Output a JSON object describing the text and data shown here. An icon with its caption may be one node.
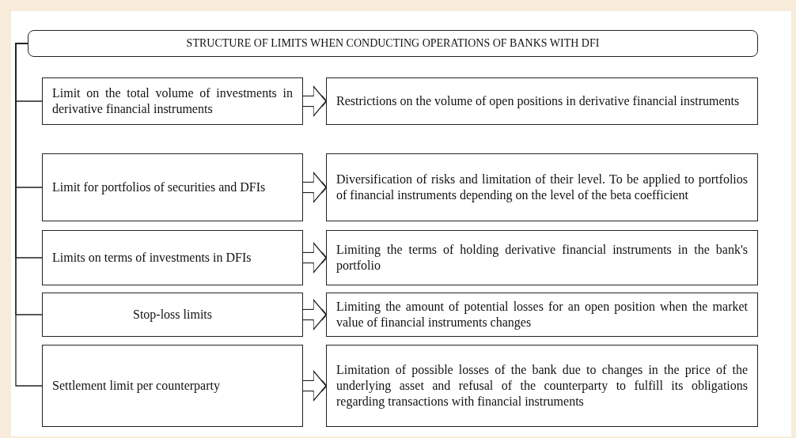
{
  "diagram": {
    "nodes": [
      {
        "text": [
          "STRUCTURE OF LIMITS WHEN CONDUCTING OPERATIONS OF BANKS WITH DFI"
        ]
      },
      {
        "text": [
          "Limit on the total volume of investments in derivative financial instruments"
        ]
      },
      {
        "text": [
          "Restrictions on the volume of open positions in derivative financial instruments"
        ]
      },
      {
        "text": [
          "Limit for portfolios of securities and DFIs"
        ]
      },
      {
        "text": [
          "Diversification of risks and limitation of their level. To be applied to portfolios of financial instruments depending on the level of the beta coefficient"
        ]
      },
      {
        "text": [
          "Limits on terms of investments in DFIs"
        ]
      },
      {
        "text": [
          "Limiting the terms of holding derivative financial instruments in the bank's portfolio"
        ]
      },
      {
        "text": [
          "Stop-loss limits"
        ]
      },
      {
        "text": [
          "Limiting the amount of potential losses for an open position when the market value of financial instruments changes"
        ]
      },
      {
        "text": [
          "Settlement limit per counterparty"
        ]
      },
      {
        "text": [
          "Limitation of possible losses of the bank due to changes in the price of the underlying asset and refusal of the counterparty to fulfill its obligations regarding transactions with financial instruments"
        ]
      }
    ],
    "edges": [
      {
        "from": 0,
        "to": 1,
        "arrow": "none"
      },
      {
        "from": 0,
        "to": 3,
        "arrow": "none"
      },
      {
        "from": 0,
        "to": 5,
        "arrow": "none"
      },
      {
        "from": 0,
        "to": 7,
        "arrow": "none"
      },
      {
        "from": 0,
        "to": 9,
        "arrow": "none"
      },
      {
        "from": 1,
        "to": 2,
        "arrow": "to",
        "style": "thick"
      },
      {
        "from": 3,
        "to": 4,
        "arrow": "to",
        "style": "thick"
      },
      {
        "from": 5,
        "to": 6,
        "arrow": "to",
        "style": "thick"
      },
      {
        "from": 7,
        "to": 8,
        "arrow": "to",
        "style": "thick"
      },
      {
        "from": 9,
        "to": 10,
        "arrow": "to",
        "style": "thick"
      }
    ]
  }
}
